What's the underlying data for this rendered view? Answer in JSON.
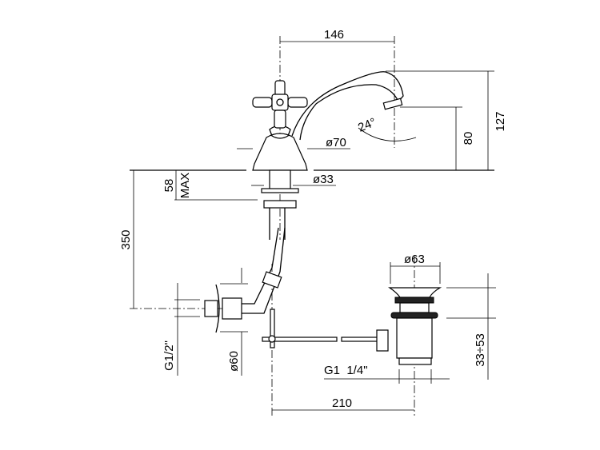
{
  "drawing": {
    "title": "Basin mixer technical drawing",
    "dimensions": {
      "spout_reach": "146",
      "total_height": "127",
      "spout_height": "80",
      "spray_angle": "24°",
      "base_diameter": "ø70",
      "shank_diameter": "ø33",
      "deck_thickness_value": "58",
      "deck_thickness_label": "MAX",
      "hose_length": "350",
      "inlet_thread": "G1/2\"",
      "rosette_diameter": "ø60",
      "drain_diameter": "ø63",
      "drain_height": "33÷53",
      "drain_thread": "G1  1/4\"",
      "drain_distance": "210"
    }
  }
}
